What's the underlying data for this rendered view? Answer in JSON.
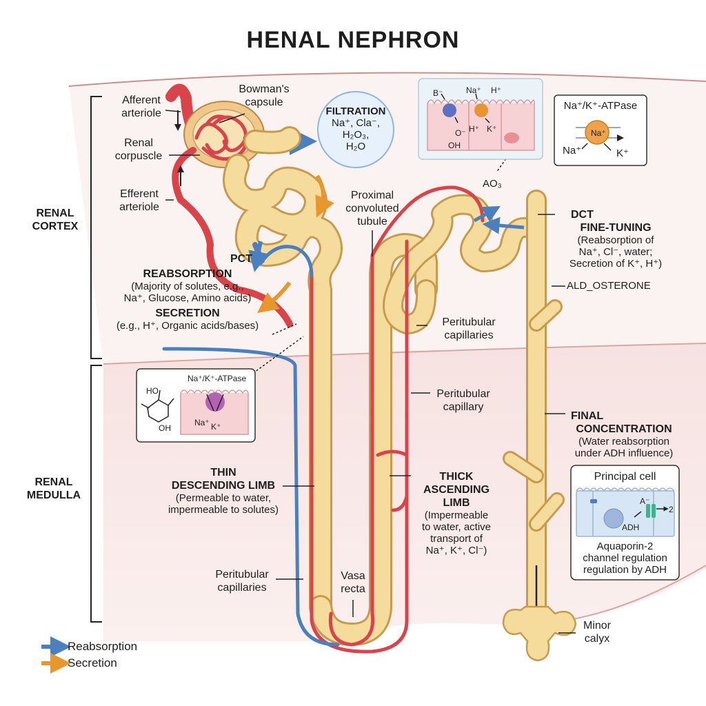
{
  "title": "HENAL NEPHRON",
  "regions": {
    "cortex": [
      "RENAL",
      "CORTEX"
    ],
    "medulla": [
      "RENAL",
      "MEDULLA"
    ]
  },
  "labels": {
    "afferent": [
      "Afferent",
      "arteriole"
    ],
    "bowman": [
      "Bowman's",
      "capsule"
    ],
    "renal_corpuscle": [
      "Renal",
      "corpuscle"
    ],
    "efferent": [
      "Efferent",
      "arteriole"
    ],
    "filtration": {
      "heading": "FILTRATION",
      "lines": [
        "Na⁺, Cla⁻,",
        "H₂O₃,",
        "H₂O"
      ]
    },
    "proximal": [
      "Proximal",
      "convoluted",
      "tubule"
    ],
    "pct": {
      "heading1": "PCT",
      "heading2": "REABSORPTION",
      "desc": [
        "(Majority of solutes, e.g.,",
        "Na⁺, Glucose, Amino acids)"
      ],
      "heading3": "SECRETION",
      "desc2": "(e.g., H⁺, Organic acids/bases)"
    },
    "ao3": "AO₃",
    "dct": {
      "heading1": "DCT",
      "heading2": "FINE-TUNING",
      "desc": [
        "(Reabsorption of",
        "Na⁺, Cl⁻, water;",
        "Secretion of K⁺, H⁺)"
      ]
    },
    "aldosterone": "ALD_OSTERONE",
    "peritubular_1": [
      "Peritubular",
      "capillaries"
    ],
    "peritubular_2": [
      "Peritubular",
      "capillary"
    ],
    "final": {
      "heading": [
        "FINAL",
        "CONCENTRATION"
      ],
      "desc": [
        "(Water reabsorption",
        "under ADH influence)"
      ]
    },
    "thin": {
      "heading": [
        "THIN",
        "DESCENDING LIMB"
      ],
      "desc": [
        "(Permeable to water,",
        "impermeable to solutes)"
      ]
    },
    "thick": {
      "heading": [
        "THICK",
        "ASCENDING",
        "LIMB"
      ],
      "desc": [
        "(Impermeable",
        "to water, active",
        "transport of",
        "Na⁺, K⁺, Cl⁻)"
      ]
    },
    "peritubular_3": [
      "Peritubular",
      "capillaries"
    ],
    "vasa_recta": [
      "Vasa",
      "recta"
    ],
    "minor_calyx": [
      "Minor",
      "calyx"
    ]
  },
  "insets": {
    "top_cell": {
      "b_minus": "B⁻",
      "na": "Na⁺",
      "h_plus": "H⁺",
      "h_plus2": "H⁺",
      "k_plus": "K⁺",
      "o_minus": "O⁻",
      "oh": "OH"
    },
    "pump_top": {
      "title": "Na⁺/K⁺-ATPase",
      "na": "Na⁺",
      "k": "K⁺",
      "inner": "Na⁺"
    },
    "pump_mid": {
      "title": "Na⁺/K⁺-ATPase",
      "na": "Na⁺",
      "k": "K⁺",
      "ho": "HO",
      "oh": "OH"
    },
    "principal": {
      "title": "Principal cell",
      "a_minus": "A⁻",
      "two": "2",
      "adh": "ADH",
      "caption": [
        "Aquaporin-2",
        "channel regulation",
        "regulation by ADH"
      ]
    }
  },
  "legend": [
    {
      "label": "Reabsorption",
      "color": "#4a7fc0"
    },
    {
      "label": "Secretion",
      "color": "#e8962e"
    }
  ],
  "colors": {
    "tubule_fill": "#f6dc9c",
    "tubule_edge": "#c89a4e",
    "artery": "#d8444a",
    "vein": "#4a7fc0",
    "cortex_bg": "#faf1ee",
    "medulla_bg": "#f7e6e4"
  }
}
